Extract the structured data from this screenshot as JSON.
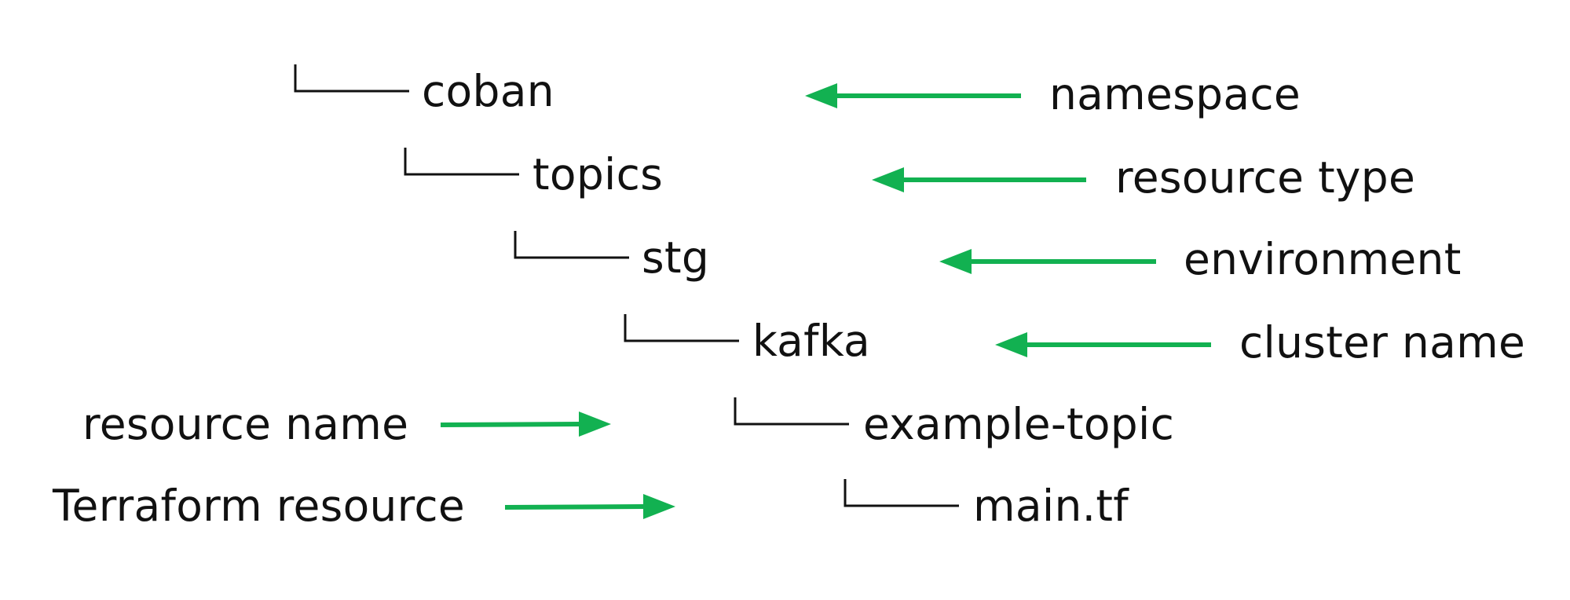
{
  "tree": {
    "nodes": [
      {
        "name": "coban"
      },
      {
        "name": "topics"
      },
      {
        "name": "stg"
      },
      {
        "name": "kafka"
      },
      {
        "name": "example-topic"
      },
      {
        "name": "main.tf"
      }
    ]
  },
  "annotations": [
    {
      "text": "namespace",
      "points_to": "coban"
    },
    {
      "text": "resource type",
      "points_to": "topics"
    },
    {
      "text": "environment",
      "points_to": "stg"
    },
    {
      "text": "cluster name",
      "points_to": "kafka"
    },
    {
      "text": "resource name",
      "points_to": "example-topic"
    },
    {
      "text": "Terraform resource",
      "points_to": "main.tf"
    }
  ],
  "colors": {
    "text": "#111111",
    "connector": "#111111",
    "arrow": "#12b151",
    "background": "#ffffff"
  }
}
